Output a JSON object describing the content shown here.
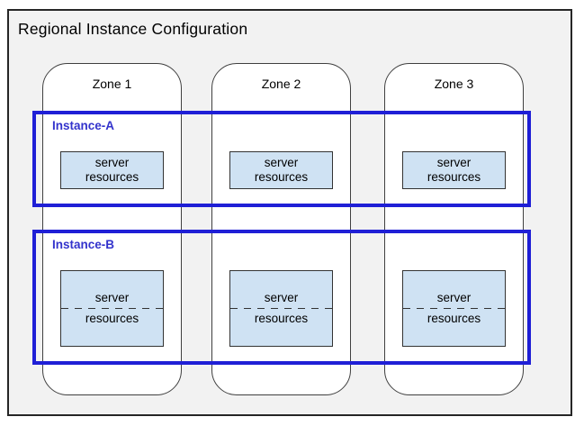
{
  "diagram": {
    "title": "Regional Instance Configuration",
    "zones": [
      {
        "label": "Zone 1"
      },
      {
        "label": "Zone 2"
      },
      {
        "label": "Zone 3"
      }
    ],
    "instances": [
      {
        "label": "Instance-A"
      },
      {
        "label": "Instance-B"
      }
    ],
    "resource_box": {
      "line1": "server",
      "line2": "resources"
    },
    "colors": {
      "region_background": "#f2f2f2",
      "region_border": "#262626",
      "zone_fill": "#ffffff",
      "zone_border": "#404040",
      "instance_border": "#1f1fd6",
      "instance_label_text": "#3333cc",
      "resource_box_fill": "#cfe2f3",
      "resource_box_border": "#333333",
      "text": "#000000"
    }
  }
}
